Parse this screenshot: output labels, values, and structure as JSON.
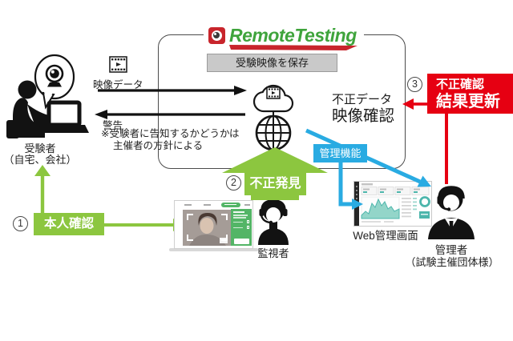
{
  "colors": {
    "accent_green": "#8cc63f",
    "accent_blue": "#29abe2",
    "accent_red": "#e60012",
    "logo_green": "#3fa43c",
    "logo_red": "#c8252c",
    "dashboard_teal": "#4db6ac",
    "storage_gray": "#c9c9c9"
  },
  "logo": {
    "name": "RemoteTesting"
  },
  "frame": {
    "storage_label": "受験映像を保存"
  },
  "left_flow": {
    "video_data_label": "映像データ",
    "warning_label": "警告",
    "warning_note_line1": "※受験者に告知するかどうかは",
    "warning_note_line2": "主催者の方針による"
  },
  "examinee": {
    "label": "受験者",
    "sublabel": "（自宅、会社）"
  },
  "center": {
    "fraud_line1": "不正データ",
    "fraud_line2": "映像確認"
  },
  "admin_function_label": "管理機能",
  "steps": {
    "step1": {
      "number": "1",
      "label": "本人確認"
    },
    "step2": {
      "number": "2",
      "label": "不正発見"
    },
    "step3": {
      "number": "3",
      "line1": "不正確認",
      "line2": "結果更新"
    }
  },
  "observer": {
    "label": "監視者"
  },
  "web_admin": {
    "label": "Web管理画面"
  },
  "administrator": {
    "label": "管理者",
    "sublabel": "（試験主催団体様）"
  }
}
